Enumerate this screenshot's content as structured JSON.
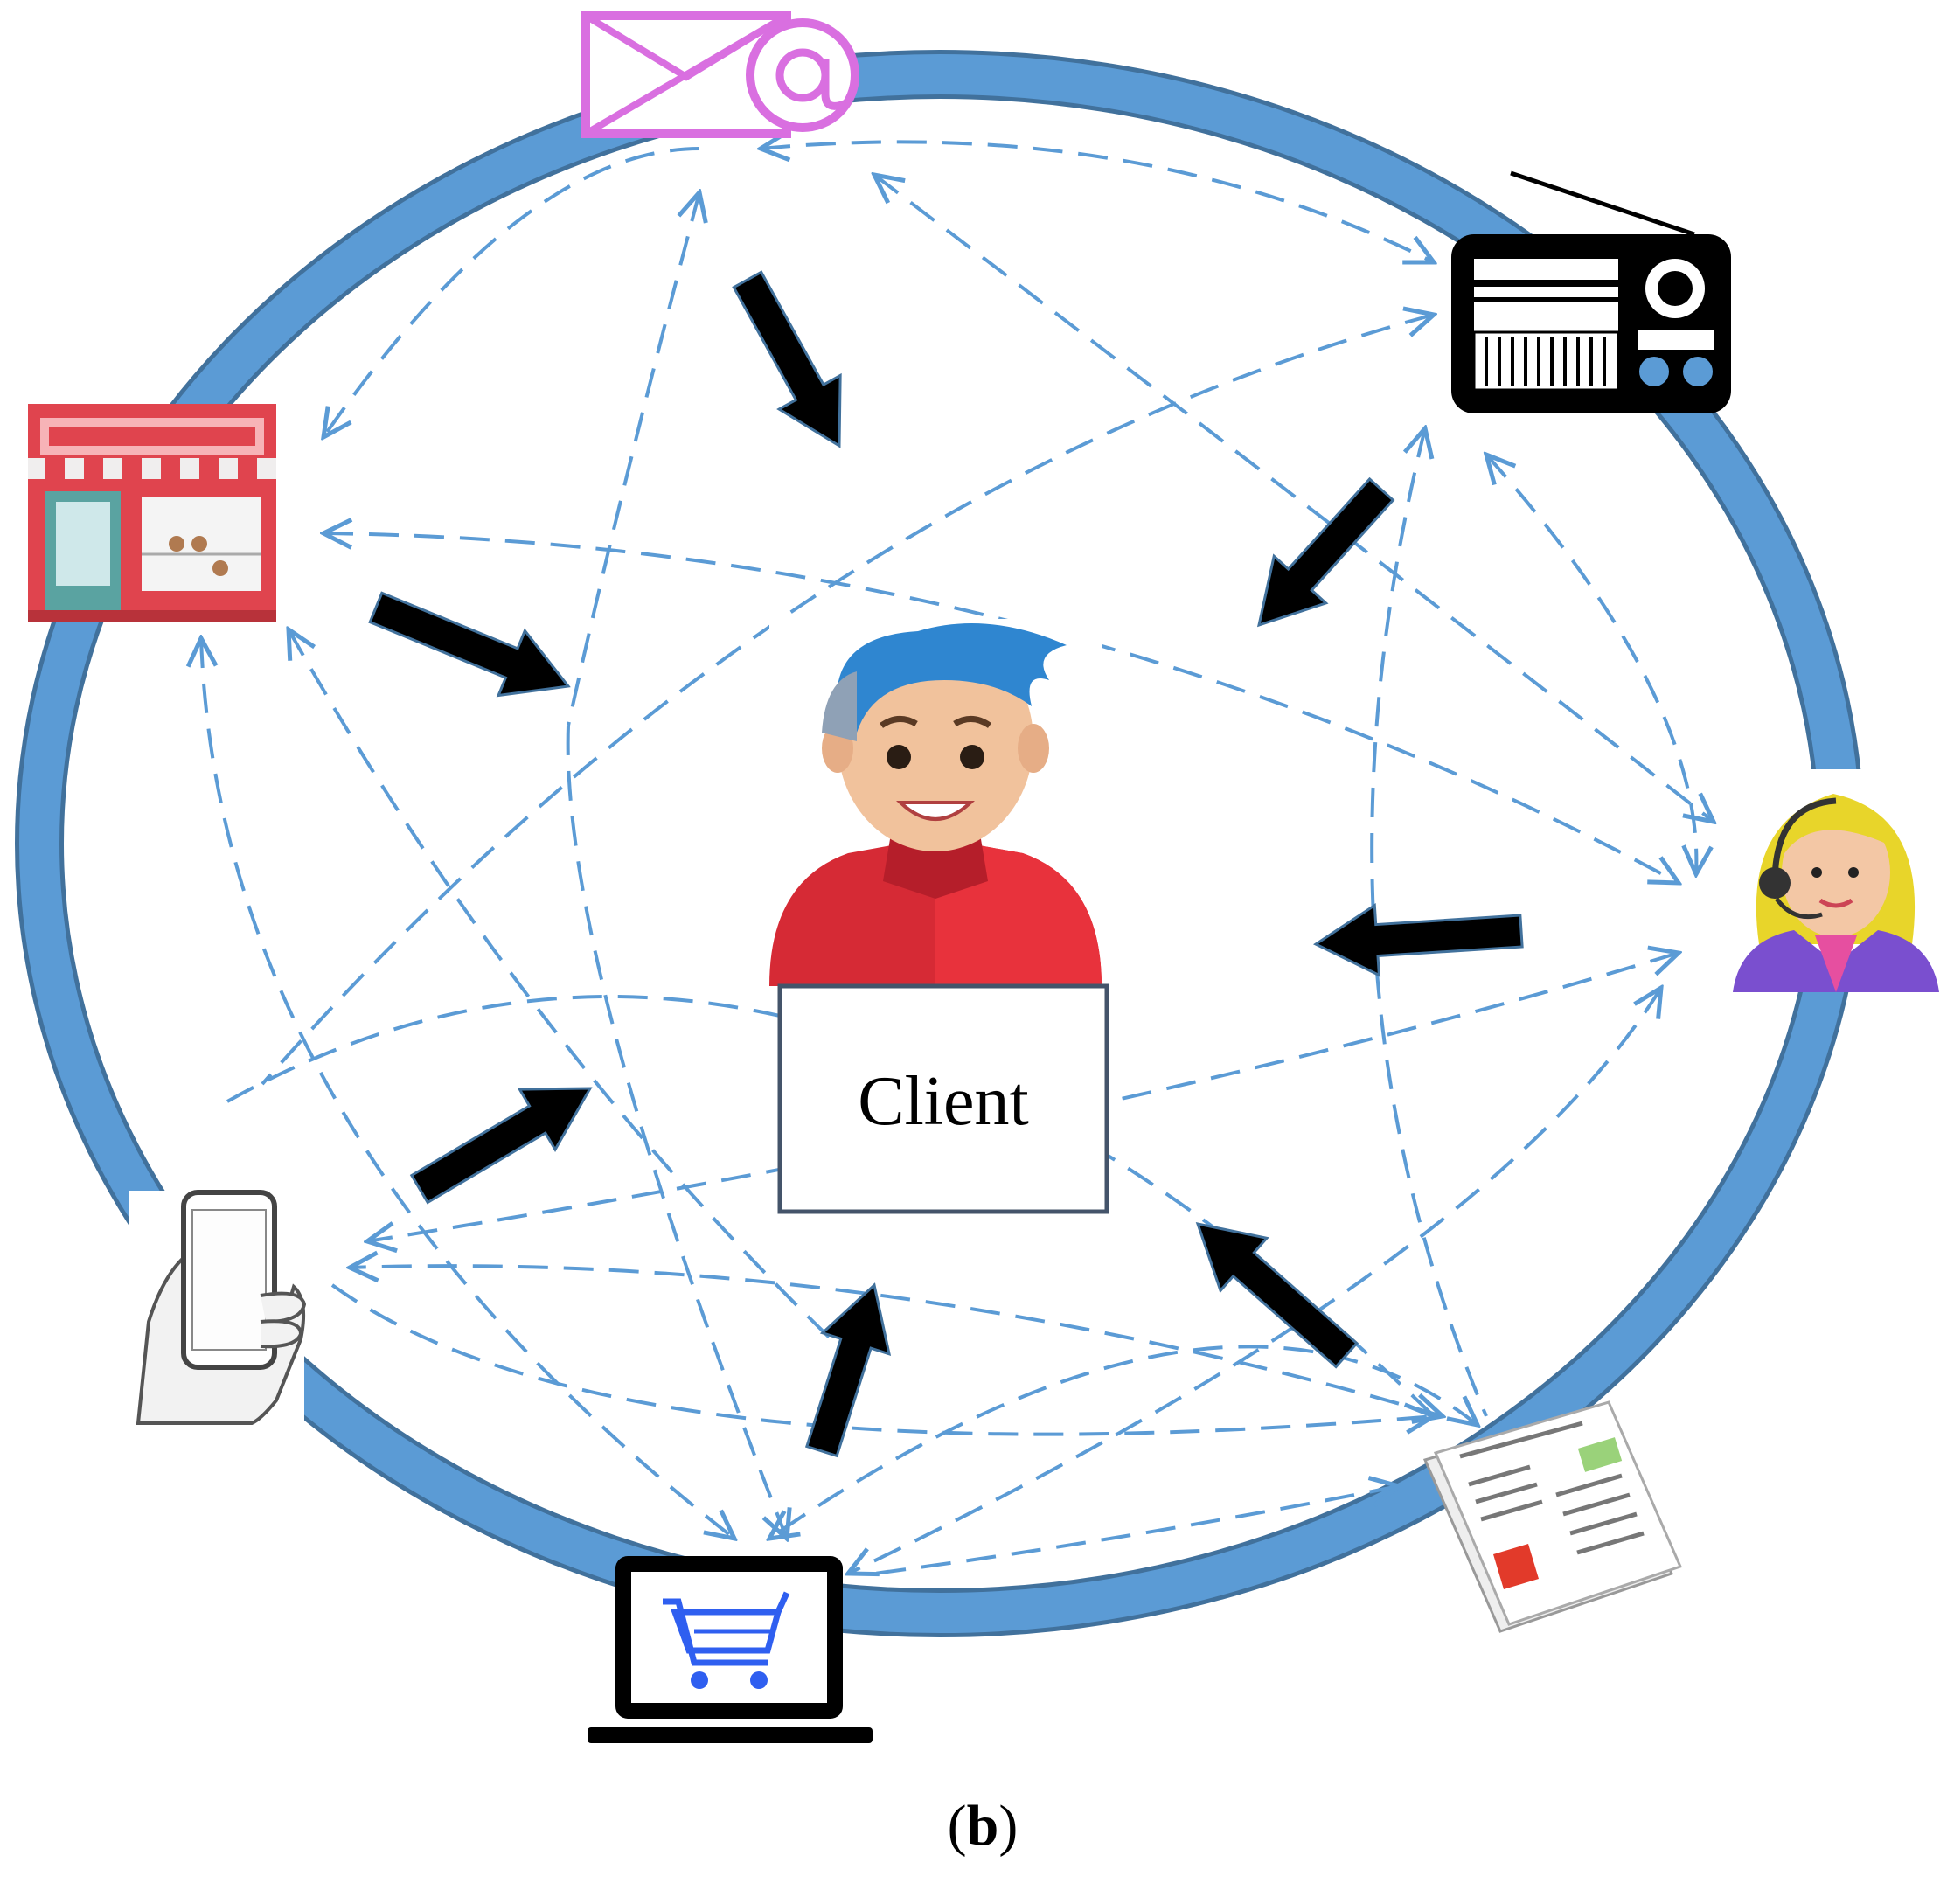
{
  "center": {
    "label": "Client"
  },
  "channels": [
    {
      "id": "email",
      "icon": "email-at-icon",
      "color": "#d96fe0"
    },
    {
      "id": "radio",
      "icon": "radio-icon"
    },
    {
      "id": "call-center",
      "icon": "call-center-operator-icon"
    },
    {
      "id": "newspaper",
      "icon": "newspaper-icon"
    },
    {
      "id": "online-store",
      "icon": "laptop-shopping-cart-icon",
      "color": "#2f5ff0"
    },
    {
      "id": "mobile",
      "icon": "smartphone-in-hand-icon"
    },
    {
      "id": "store",
      "icon": "storefront-icon",
      "color": "#e0444e"
    }
  ],
  "colors": {
    "ring": "#5b9bd5",
    "ring_outline": "#41719c",
    "dashed_links": "#5b9bd5",
    "influence_arrows": "#000000"
  },
  "caption": {
    "open": "(",
    "letter": "b",
    "close": ")"
  }
}
